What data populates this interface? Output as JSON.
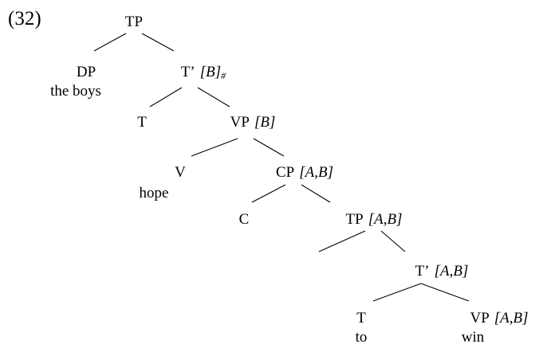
{
  "example_number": "(32)",
  "nodes": {
    "tp_root": {
      "label": "TP"
    },
    "dp": {
      "label": "DP",
      "word": "the boys"
    },
    "tbar_1": {
      "label": "T’",
      "features": "[B]",
      "sub": "#"
    },
    "t_1": {
      "label": "T"
    },
    "vp_1": {
      "label": "VP",
      "features": "[B]"
    },
    "v": {
      "label": "V",
      "word": "hope"
    },
    "cp": {
      "label": "CP",
      "features": "[A,B]"
    },
    "c": {
      "label": "C"
    },
    "tp_2": {
      "label": "TP",
      "features": "[A,B]"
    },
    "tbar_2": {
      "label": "T’",
      "features": "[A,B]"
    },
    "t_2": {
      "label": "T",
      "word": "to"
    },
    "vp_2": {
      "label": "VP",
      "features": "[A,B]",
      "word": "win"
    }
  }
}
